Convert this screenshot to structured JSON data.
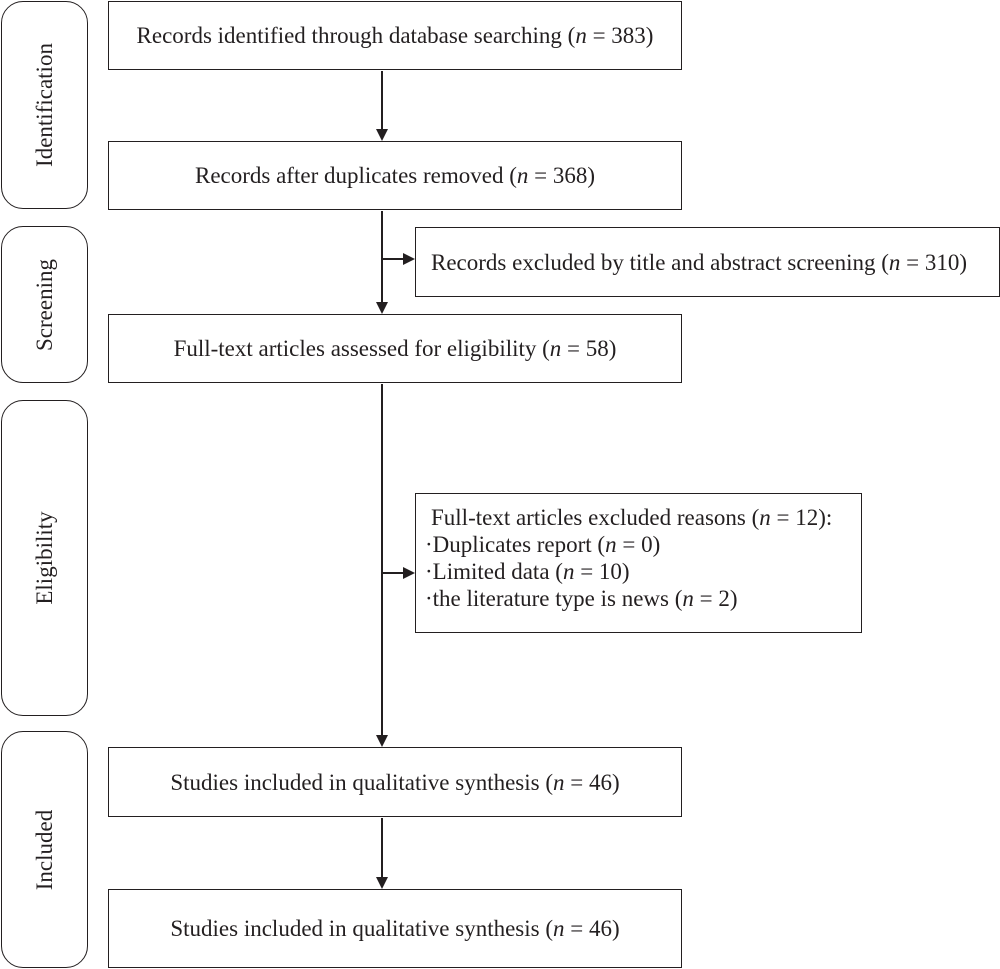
{
  "phases": {
    "identification": "Identification",
    "screening": "Screening",
    "eligibility": "Eligibility",
    "included": "Included"
  },
  "boxes": {
    "identified": {
      "text": "Records identified through database searching (",
      "n_symbol": "n",
      "n_text": " = 383)"
    },
    "after_duplicates": {
      "text": "Records after duplicates removed (",
      "n_symbol": "n",
      "n_text": " = 368)"
    },
    "excluded_screening": {
      "text": "Records excluded by title and abstract screening (",
      "n_symbol": "n",
      "n_text": " = 310)"
    },
    "fulltext_assessed": {
      "text": "Full-text articles assessed for eligibility (",
      "n_symbol": "n",
      "n_text": " = 58)"
    },
    "fulltext_excluded": {
      "heading_text": "Full-text articles excluded reasons (",
      "heading_n_symbol": "n",
      "heading_n_text": " = 12):",
      "reasons": [
        {
          "text": "·Duplicates report (",
          "n_symbol": "n",
          "n_text": " = 0)"
        },
        {
          "text": "·Limited data (",
          "n_symbol": "n",
          "n_text": " = 10)"
        },
        {
          "text": "·the literature type is news (",
          "n_symbol": "n",
          "n_text": " = 2)"
        }
      ]
    },
    "qualitative_1": {
      "text": "Studies included in qualitative synthesis (",
      "n_symbol": "n",
      "n_text": " = 46)"
    },
    "qualitative_2": {
      "text": "Studies included in qualitative synthesis (",
      "n_symbol": "n",
      "n_text": " = 46)"
    }
  }
}
